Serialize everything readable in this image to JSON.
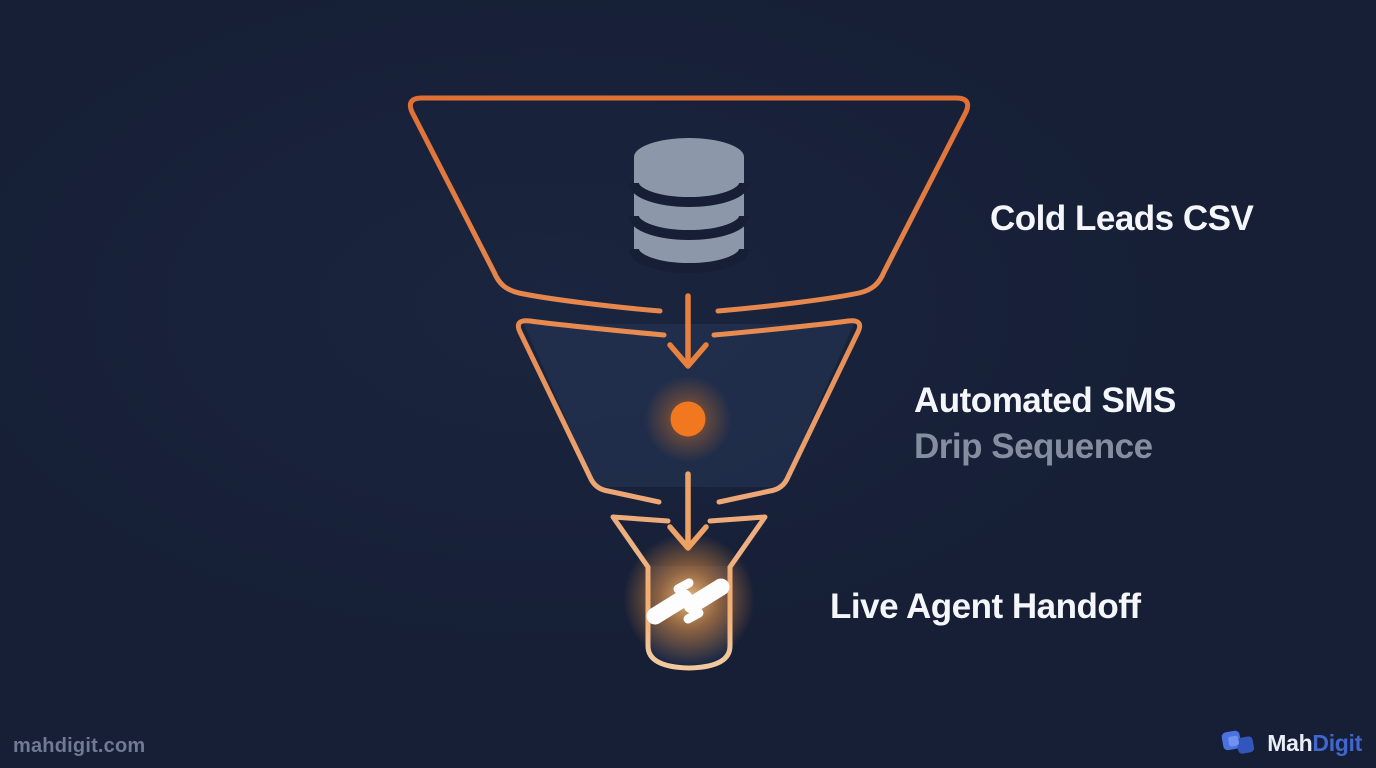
{
  "page": {
    "type": "funnel-infographic",
    "background": "#161f36"
  },
  "funnel": {
    "stages": [
      {
        "id": "cold-leads-csv",
        "label": "Cold Leads CSV",
        "sublabel": "",
        "icon": "database-icon"
      },
      {
        "id": "sms-drip",
        "label": "Automated SMS",
        "sublabel": "Drip Sequence",
        "icon": "glowing-dot-icon"
      },
      {
        "id": "live-agent",
        "label": "Live Agent Handoff",
        "sublabel": "",
        "icon": "handshake-icon"
      }
    ]
  },
  "colors": {
    "background": "#161f36",
    "funnel_stroke_top": "#df7035",
    "funnel_stroke_bottom": "#f2c9a0",
    "arrow_orange": "#e8813e",
    "dot_orange": "#f1781e",
    "label_primary": "#f4f6fa",
    "label_secondary": "#858ea1",
    "database_gray": "#8d97aa",
    "watermark_gray": "#818ba3",
    "logo_blue": "#4166cd"
  },
  "footer": {
    "watermark": "mahdigit.com",
    "logo": {
      "text_primary": "Mah",
      "text_accent": "Digit",
      "icon": "mahdigit-logo-icon"
    }
  }
}
